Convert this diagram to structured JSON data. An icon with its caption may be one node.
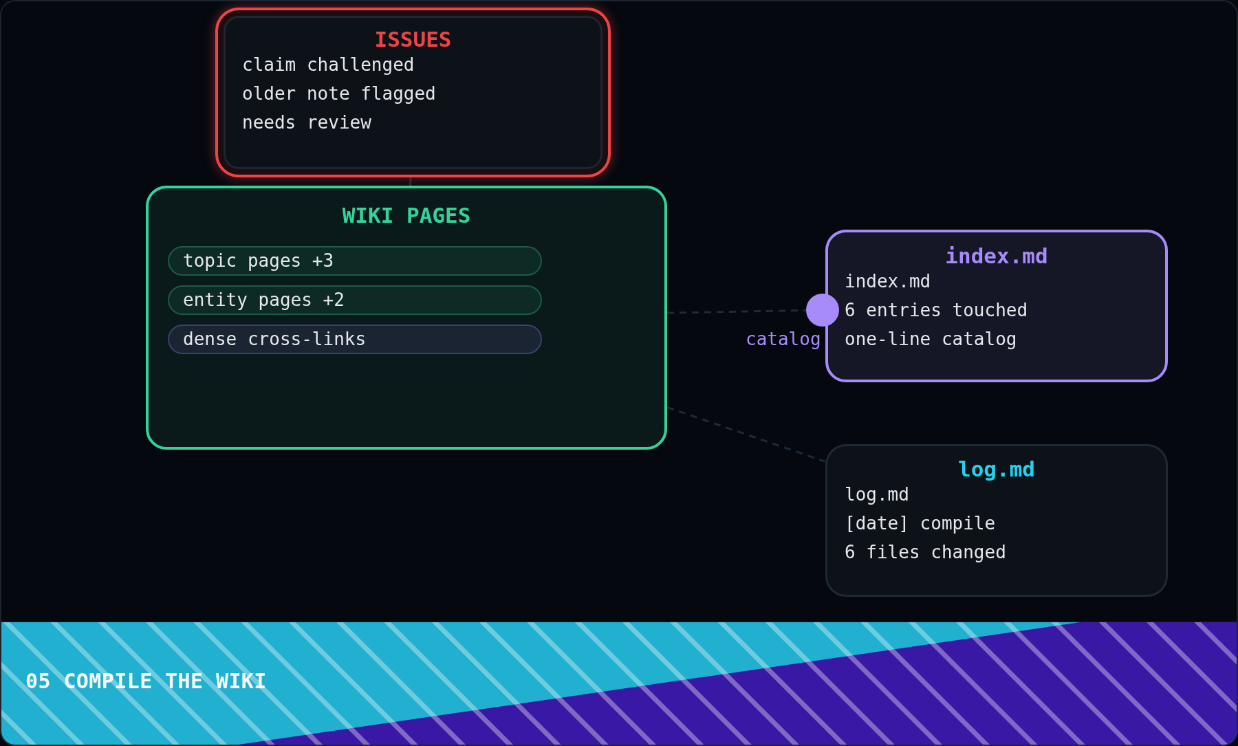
{
  "diagram": {
    "caption": "05 COMPILE THE WIKI",
    "nodes": [
      {
        "text": [
          "ISSUES",
          "claim challenged",
          "older note flagged",
          "needs review"
        ]
      },
      {
        "text": [
          "WIKI PAGES"
        ]
      },
      {
        "text": [
          "topic pages +3"
        ],
        "in": 1
      },
      {
        "text": [
          "entity pages +2"
        ],
        "in": 1
      },
      {
        "text": [
          "dense cross-links"
        ],
        "in": 1
      },
      {
        "text": [
          "index.md",
          "index.md",
          "6 entries touched",
          "one-line catalog"
        ]
      },
      {
        "text": [],
        "shape": "circle",
        "beside": [
          "catalog"
        ]
      },
      {
        "text": [
          "log.md",
          "log.md",
          "[date] compile",
          "6 files changed"
        ]
      }
    ],
    "edges": [
      {
        "from": 0,
        "to": 1,
        "arrow": "none"
      },
      {
        "from": 1,
        "to": 6,
        "arrow": "none",
        "style": "dashed"
      },
      {
        "from": 1,
        "to": 7,
        "arrow": "none",
        "style": "dashed"
      }
    ]
  }
}
